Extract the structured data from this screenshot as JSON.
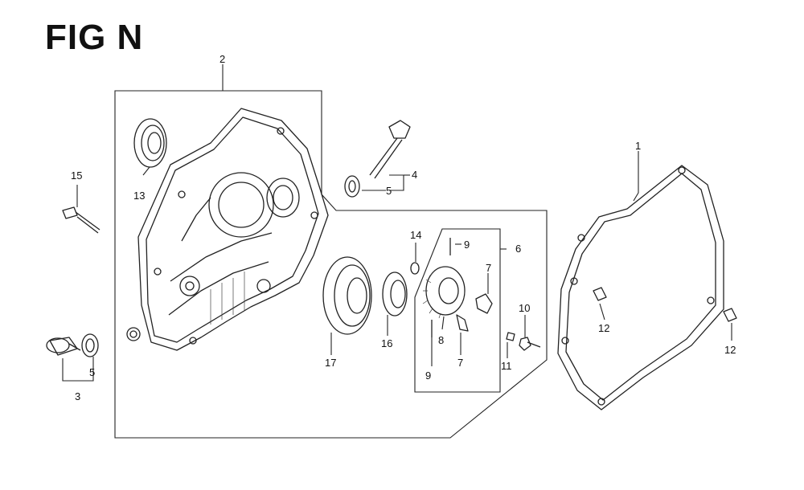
{
  "title": "FIG N",
  "callouts": {
    "c1": "1",
    "c2": "2",
    "c3": "3",
    "c4": "4",
    "c5a": "5",
    "c5b": "5",
    "c6": "6",
    "c7a": "7",
    "c7b": "7",
    "c8": "8",
    "c9a": "9",
    "c9b": "9",
    "c10": "10",
    "c11": "11",
    "c12a": "12",
    "c12b": "12",
    "c13": "13",
    "c14": "14",
    "c15": "15",
    "c16": "16",
    "c17": "17"
  }
}
